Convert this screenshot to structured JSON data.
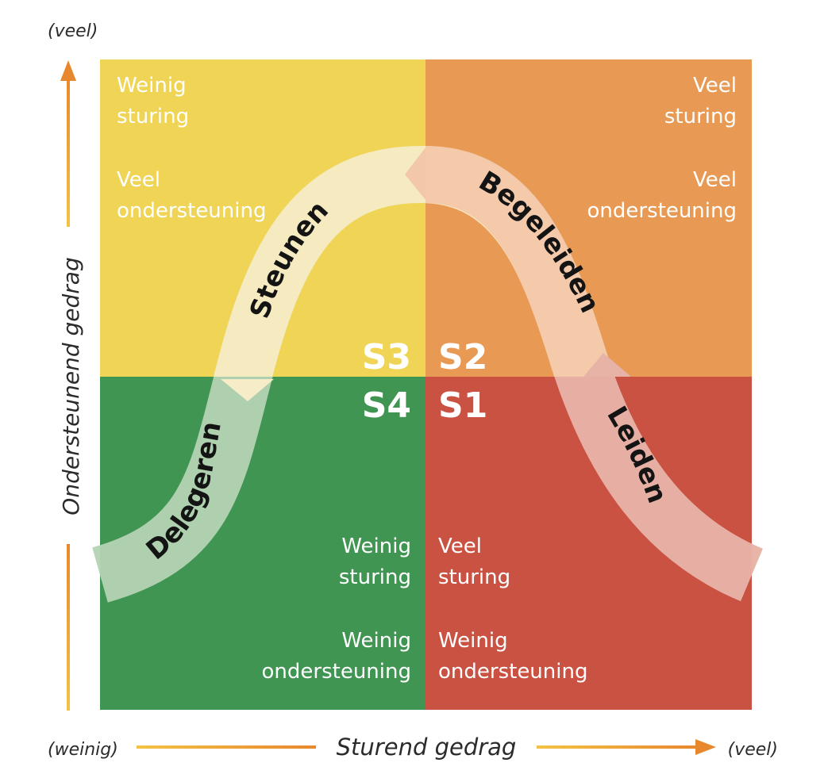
{
  "axes": {
    "y_label": "Ondersteunend gedrag",
    "y_top": "(veel)",
    "x_label": "Sturend gedrag",
    "x_left": "(weinig)",
    "x_right": "(veel)"
  },
  "quadrants": {
    "s3": {
      "code": "S3",
      "color": "#EFD455",
      "line1": "Weinig",
      "line2": "sturing",
      "line3": "Veel",
      "line4": "ondersteuning"
    },
    "s2": {
      "code": "S2",
      "color": "#E89A55",
      "line1": "Veel",
      "line2": "sturing",
      "line3": "Veel",
      "line4": "ondersteuning"
    },
    "s4": {
      "code": "S4",
      "color": "#419553",
      "line1": "Weinig",
      "line2": "sturing",
      "line3": "Weinig",
      "line4": "ondersteuning"
    },
    "s1": {
      "code": "S1",
      "color": "#C95242",
      "line1": "Veel",
      "line2": "sturing",
      "line3": "Weinig",
      "line4": "ondersteuning"
    }
  },
  "styles": {
    "delegeren": "Delegeren",
    "steunen": "Steunen",
    "begeleiden": "Begeleiden",
    "leiden": "Leiden"
  },
  "colors": {
    "axis_orange": "#E8882E",
    "axis_yellow": "#F3C244"
  }
}
